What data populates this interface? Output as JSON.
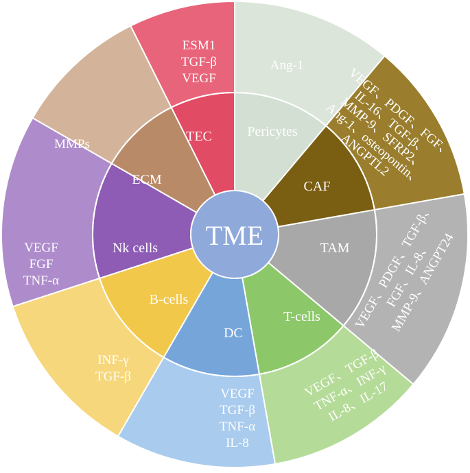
{
  "center": {
    "label": "TME",
    "color": "#8FA9DB"
  },
  "segments": [
    {
      "id": "tec",
      "inner_label": "TEC",
      "outer_lines": [
        "ESM1",
        "TGF-β",
        "VEGF"
      ],
      "inner_color": "#E24B64",
      "outer_color": "#E8647A"
    },
    {
      "id": "pericytes",
      "inner_label": "Pericytes",
      "outer_lines": [
        "Ang-1"
      ],
      "inner_color": "#D3DFD3",
      "outer_color": "#DCE5DA"
    },
    {
      "id": "caf",
      "inner_label": "CAF",
      "outer_lines": [
        "VEGF、PDGF、FGF、",
        "IL-16、TGF-β、",
        "MMP-9、SFRP2、",
        "Ang-1、osteopontin、",
        "ANGPTL2"
      ],
      "inner_color": "#7A5E12",
      "outer_color": "#9A7E2E"
    },
    {
      "id": "tam",
      "inner_label": "TAM",
      "outer_lines": [
        "VEGF、PDGF、TGF-β、",
        "FGF、IL-8、",
        "MMP-9、ANGPT24"
      ],
      "inner_color": "#A8A8A8",
      "outer_color": "#B3B3B3"
    },
    {
      "id": "tcells",
      "inner_label": "T-cells",
      "outer_lines": [
        "VEGF、TGF-β",
        "TNF-α、INF-γ",
        "IL-8、IL-17"
      ],
      "inner_color": "#8CC86A",
      "outer_color": "#B5DB98"
    },
    {
      "id": "dc",
      "inner_label": "DC",
      "outer_lines": [
        "VEGF",
        "TGF-β",
        "TNF-α",
        "IL-8"
      ],
      "inner_color": "#76A5DA",
      "outer_color": "#A9CBED"
    },
    {
      "id": "bcells",
      "inner_label": "B-cells",
      "outer_lines": [
        "INF-γ",
        "TGF-β"
      ],
      "inner_color": "#F2C84A",
      "outer_color": "#F6D77B"
    },
    {
      "id": "nkcells",
      "inner_label": "Nk cells",
      "outer_lines": [
        "VEGF",
        "FGF",
        "TNF-α"
      ],
      "inner_color": "#8E5CB5",
      "outer_color": "#AE8CCC"
    },
    {
      "id": "ecm",
      "inner_label": "ECM",
      "outer_lines": [
        "MMPs"
      ],
      "inner_color": "#B98A68",
      "outer_color": "#D3B39A"
    }
  ]
}
